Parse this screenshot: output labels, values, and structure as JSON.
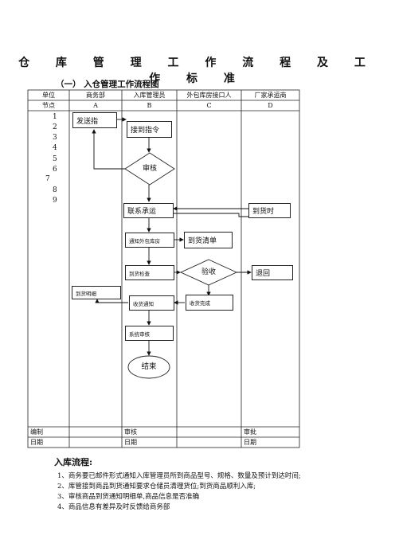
{
  "title": "仓 库 管 理 工 作 流 程 及 工 作 标 准",
  "subtitle": "（一）  入仓管理工作流程图",
  "table": {
    "header_label": "单位",
    "columns": [
      "商务部",
      "入库管理员",
      "外包库房接口人",
      "厂家承运商"
    ],
    "node_label": "节点",
    "node_codes": [
      "A",
      "B",
      "C",
      "D"
    ],
    "sequence": [
      "1",
      "2",
      "3",
      "4",
      "5",
      "6",
      "7",
      "8",
      "9"
    ],
    "footer": {
      "row1": {
        "c0": "编制",
        "c2": "审核",
        "c4": "审批"
      },
      "row2": {
        "c0": "日期",
        "c2": "日期",
        "c4": "日期"
      }
    }
  },
  "flow": {
    "send": "发送指",
    "receive": "接到指令",
    "audit": "审核",
    "contact": "联系承运",
    "arrival_time": "到货时",
    "notify": "通知外包库房",
    "arrival_list": "到货清单",
    "inspect": "到货检查",
    "verify": "验收",
    "return": "退回",
    "detail": "到货明细",
    "receipt_notice": "收货通知",
    "receipt_done": "收货完成",
    "system_audit": "系统审核",
    "end": "结束"
  },
  "process": {
    "heading": "入库流程:",
    "steps": [
      "1、商务要已邮件形式通知入库管理员所到商品型号、规格、数量及预计到达时间;",
      "2、库管接到商品到货通知要求仓储员清理货位;到货商品顺利入库;",
      "3、审核商品到货通知明细单,商品信息是否准确",
      "4、商品信息有差异及时反馈给商务部"
    ]
  }
}
